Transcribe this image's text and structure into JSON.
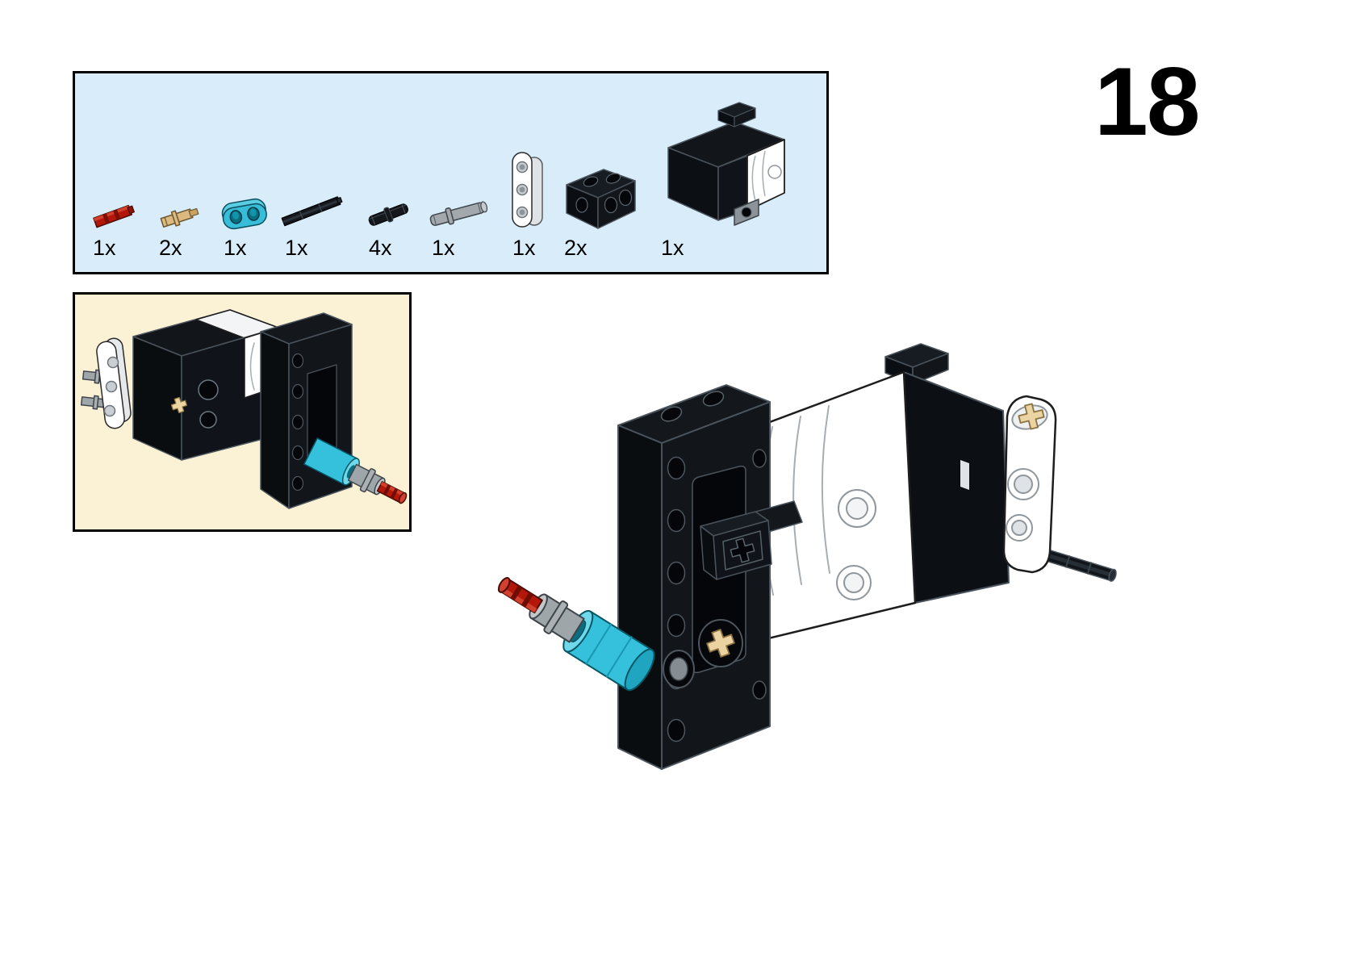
{
  "page": {
    "step_number": "18",
    "background_color": "#ffffff"
  },
  "parts_box": {
    "background_color": "#d8edf9",
    "border_color": "#000000",
    "parts": [
      {
        "icon": "axle-2l-red-icon",
        "qty": "1x",
        "color": "#b2170a"
      },
      {
        "icon": "axle-pin-tan-icon",
        "qty": "2x",
        "color": "#dcb97e"
      },
      {
        "icon": "liftarm-thin-1x2-azure-icon",
        "qty": "1x",
        "color": "#38bdd8"
      },
      {
        "icon": "axle-3l-black-icon",
        "qty": "1x",
        "color": "#14181d"
      },
      {
        "icon": "pin-2l-black-icon",
        "qty": "4x",
        "color": "#14181d"
      },
      {
        "icon": "pin-3l-gray-icon",
        "qty": "1x",
        "color": "#a2a8ac"
      },
      {
        "icon": "liftarm-thin-1x3-white-icon",
        "qty": "1x",
        "color": "#ffffff"
      },
      {
        "icon": "connector-block-black-icon",
        "qty": "2x",
        "color": "#14181d"
      },
      {
        "icon": "motor-white-black-icon",
        "qty": "1x",
        "color": "#ffffff"
      }
    ]
  },
  "subassembly_preview": {
    "background_color": "#fbf2d6",
    "border_color": "#000000",
    "figure": "subassembly-preview-figure"
  },
  "main_illustration": {
    "figure": "motor-frame-assembly-figure"
  },
  "accent_colors": {
    "azure": "#35c1db",
    "red": "#b2170a",
    "tan": "#ecd3a2",
    "gray": "#9fa6aa",
    "black_part": "#12161b",
    "white_part": "#ffffff"
  }
}
